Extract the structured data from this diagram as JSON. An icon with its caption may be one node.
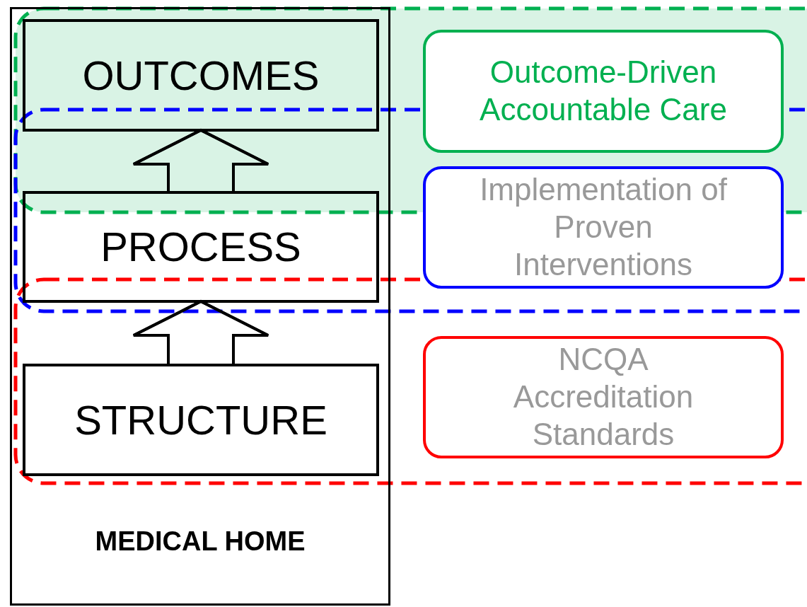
{
  "diagram": {
    "nodes": [
      {
        "text": [
          "MEDICAL HOME"
        ]
      },
      {
        "text": [
          "OUTCOMES"
        ],
        "in": 0
      },
      {
        "text": [
          "PROCESS"
        ],
        "in": 0
      },
      {
        "text": [
          "STRUCTURE"
        ],
        "in": 0
      },
      {
        "text": [
          "Outcome-Driven Accountable Care"
        ]
      },
      {
        "text": [
          "Implementation of Proven Interventions"
        ]
      },
      {
        "text": [
          "NCQA Accreditation Standards"
        ]
      }
    ],
    "edges": [
      {
        "from": 3,
        "to": 2,
        "arrow": "to"
      },
      {
        "from": 2,
        "to": 1,
        "arrow": "to"
      }
    ]
  }
}
